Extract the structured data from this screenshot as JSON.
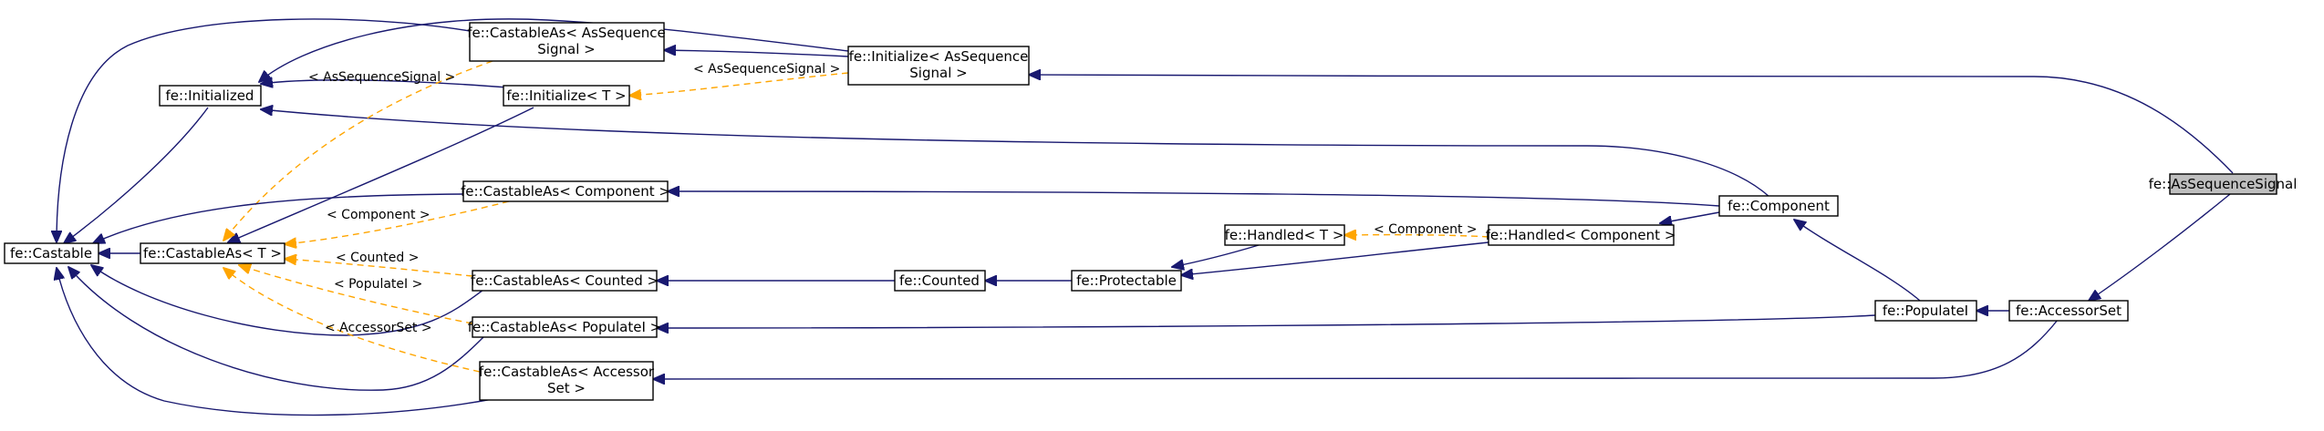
{
  "diagram": {
    "nodes": {
      "accessor_seq_signal": {
        "lines": [
          "fe::AsSequenceSignal"
        ],
        "highlighted": true
      },
      "accessor_set": {
        "lines": [
          "fe::AccessorSet"
        ]
      },
      "populate_i": {
        "lines": [
          "fe::PopulateI"
        ]
      },
      "component": {
        "lines": [
          "fe::Component"
        ]
      },
      "handled_component": {
        "lines": [
          "fe::Handled< Component >"
        ]
      },
      "handled_t": {
        "lines": [
          "fe::Handled< T >"
        ]
      },
      "protectable": {
        "lines": [
          "fe::Protectable"
        ]
      },
      "counted": {
        "lines": [
          "fe::Counted"
        ]
      },
      "initialize_asseq": {
        "lines": [
          "fe::Initialize< AsSequence",
          "Signal >"
        ]
      },
      "castableas_asseq": {
        "lines": [
          "fe::CastableAs< AsSequence",
          "Signal >"
        ]
      },
      "initialize_t": {
        "lines": [
          "fe::Initialize< T >"
        ]
      },
      "castableas_component": {
        "lines": [
          "fe::CastableAs< Component >"
        ]
      },
      "castableas_counted": {
        "lines": [
          "fe::CastableAs< Counted >"
        ]
      },
      "castableas_populatei": {
        "lines": [
          "fe::CastableAs< PopulateI >"
        ]
      },
      "castableas_accessorset": {
        "lines": [
          "fe::CastableAs< Accessor",
          "Set >"
        ]
      },
      "initialized": {
        "lines": [
          "fe::Initialized"
        ]
      },
      "castable": {
        "lines": [
          "fe::Castable"
        ]
      },
      "castableas_t": {
        "lines": [
          "fe::CastableAs< T >"
        ]
      }
    },
    "edge_labels": {
      "asseq_top": "< AsSequenceSignal >",
      "asseq_mid": "< AsSequenceSignal >",
      "component": "< Component >",
      "component_handled": "< Component >",
      "counted": "< Counted >",
      "populatei": "< PopulateI >",
      "accessorset": "< AccessorSet >"
    }
  }
}
